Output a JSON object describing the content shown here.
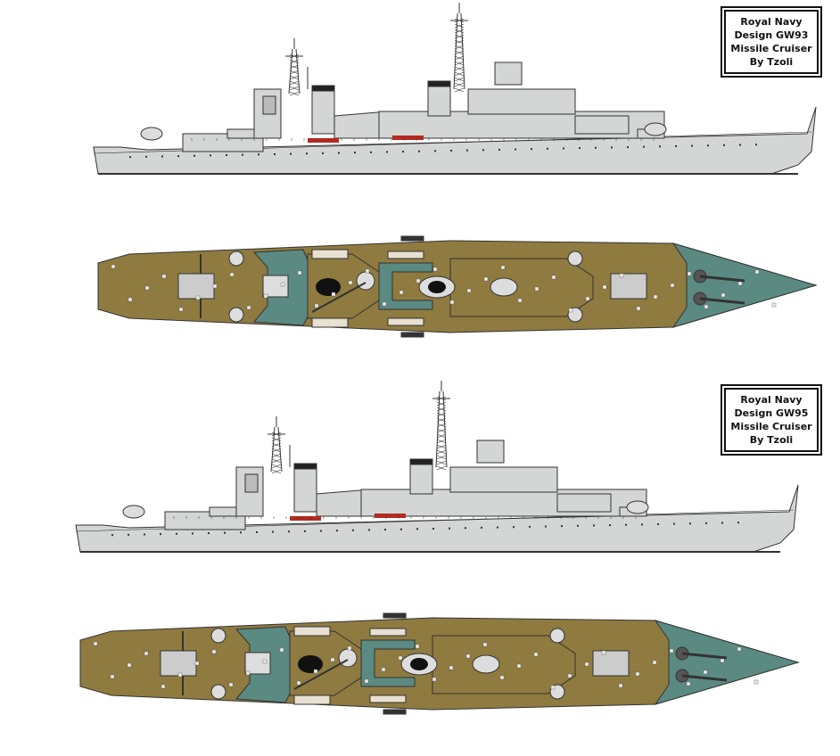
{
  "designs": [
    {
      "line1": "Royal Navy",
      "line2": "Design GW93",
      "line3": "Missile Cruiser",
      "line4": "By Tzoli"
    },
    {
      "line1": "Royal Navy",
      "line2": "Design GW95",
      "line3": "Missile Cruiser",
      "line4": "By Tzoli"
    }
  ],
  "colors": {
    "hull_grey": "#d3d6d4",
    "deck_olive": "#8f7a40",
    "deck_teal": "#5b8a82",
    "boat_red": "#b22a20",
    "outline": "#333333"
  }
}
